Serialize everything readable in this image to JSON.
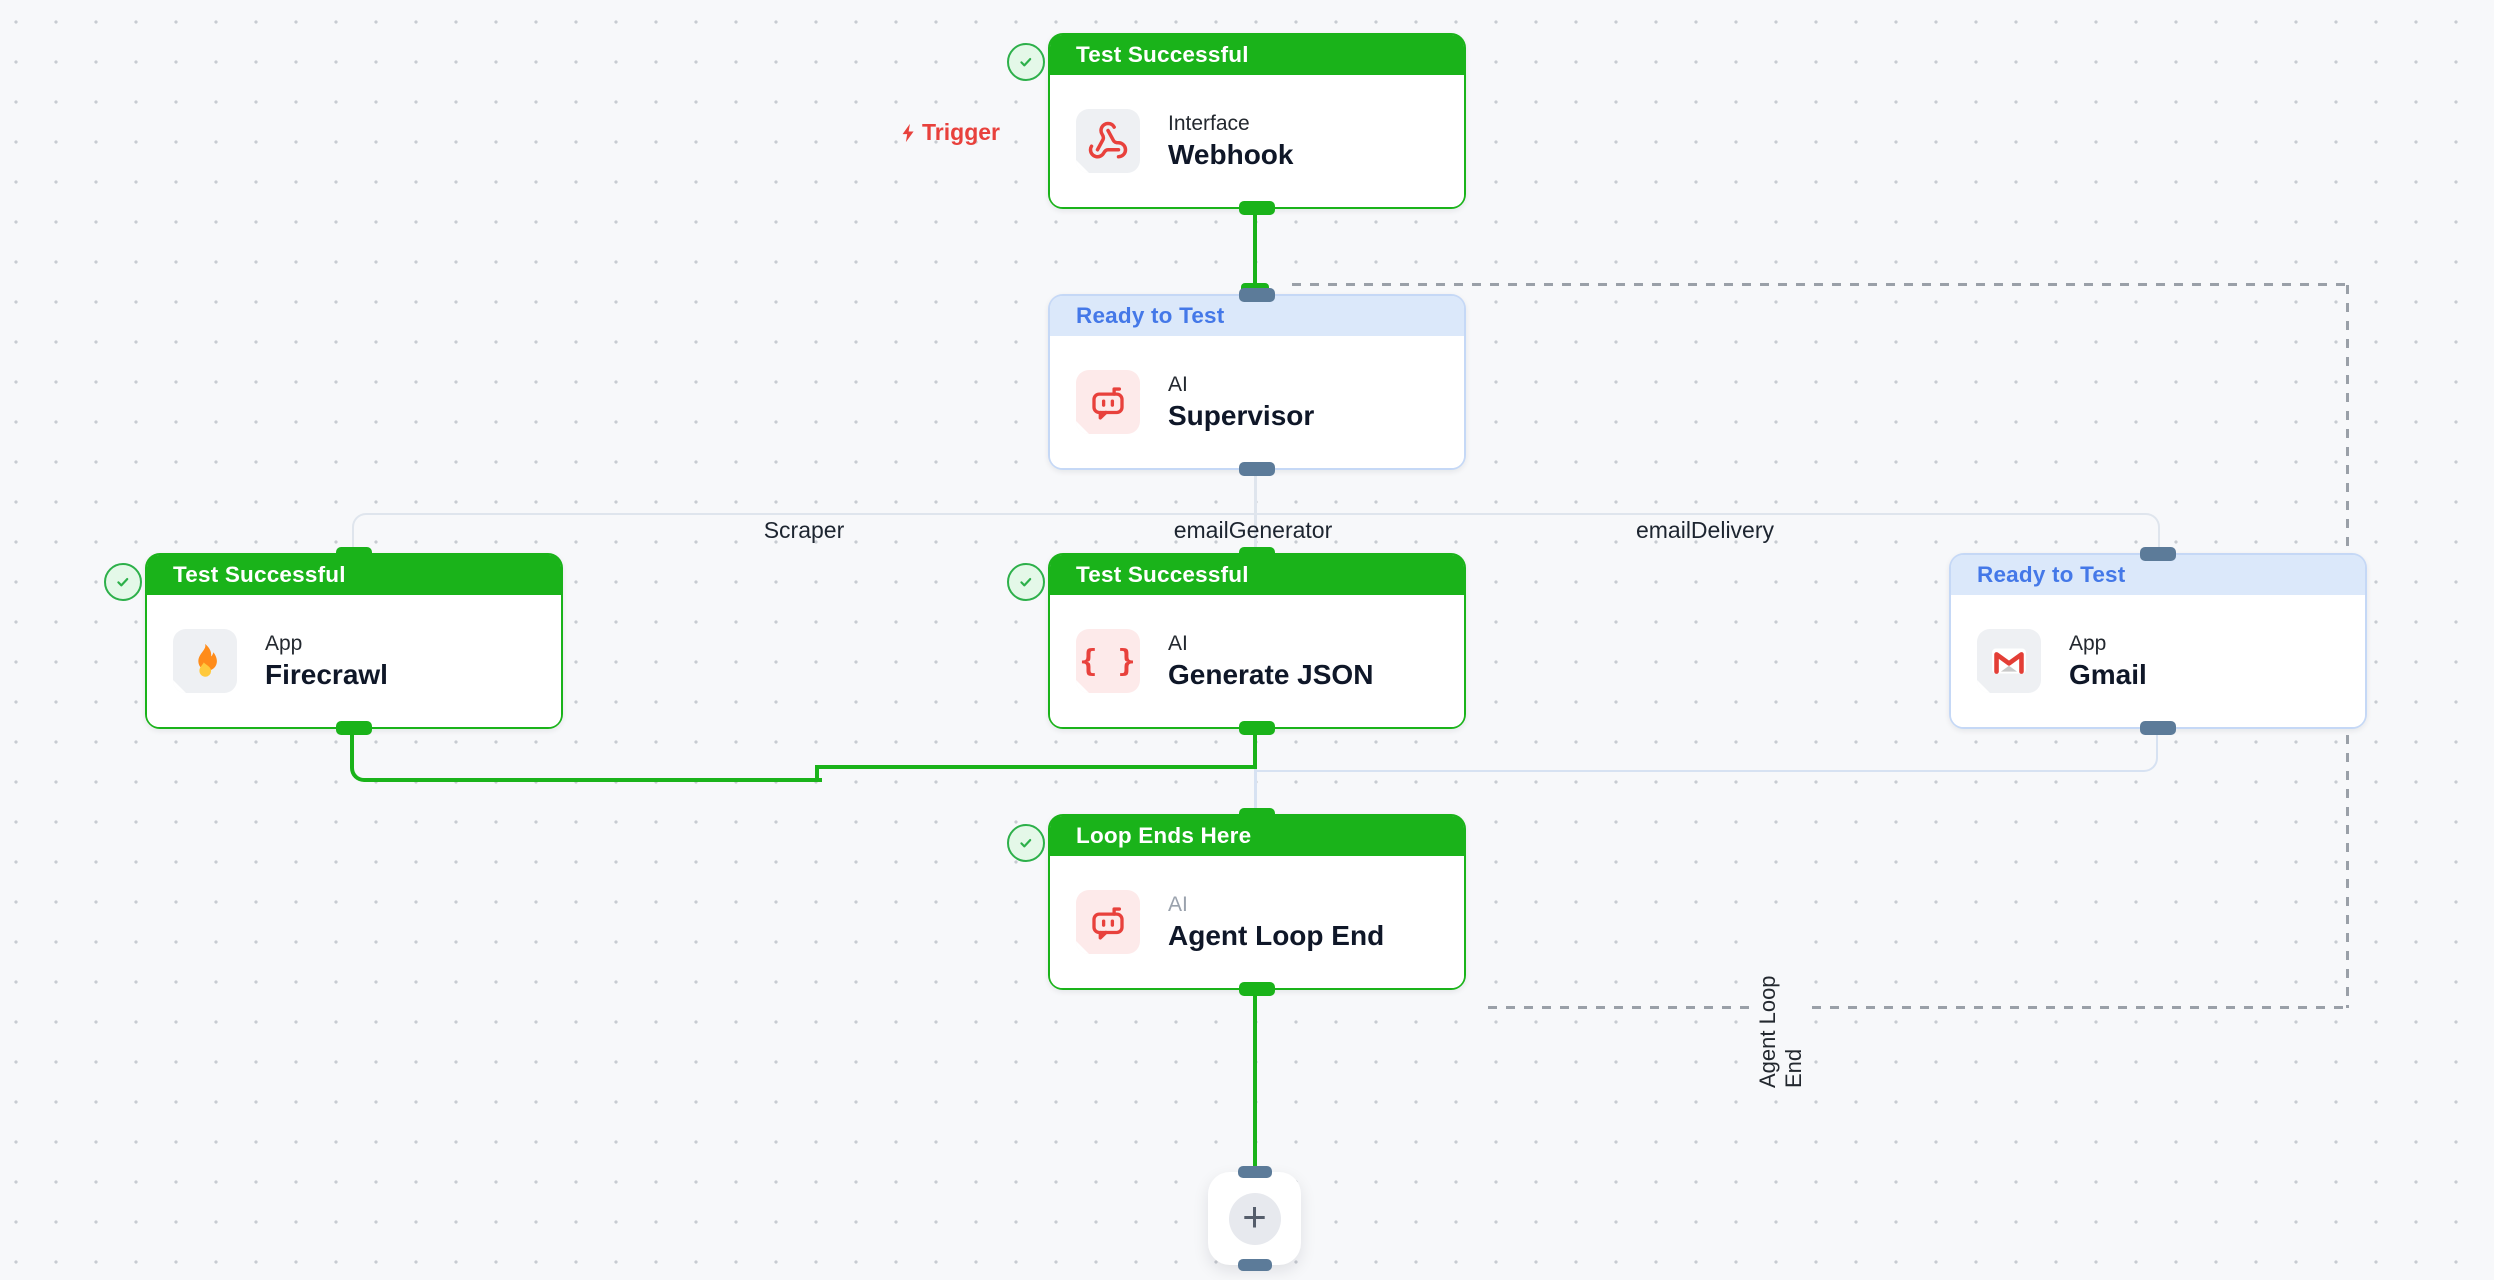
{
  "trigger": {
    "label": "Trigger"
  },
  "branches": {
    "scraper": "Scraper",
    "email_generator": "emailGenerator",
    "email_delivery": "emailDelivery"
  },
  "loop": {
    "label": "Agent Loop End"
  },
  "nodes": [
    {
      "id": "webhook",
      "status": "Test Successful",
      "type_label": "Interface",
      "name": "Webhook"
    },
    {
      "id": "supervisor",
      "status": "Ready to Test",
      "type_label": "AI",
      "name": "Supervisor"
    },
    {
      "id": "firecrawl",
      "status": "Test Successful",
      "type_label": "App",
      "name": "Firecrawl"
    },
    {
      "id": "generate-json",
      "status": "Test Successful",
      "type_label": "AI",
      "name": "Generate JSON"
    },
    {
      "id": "gmail",
      "status": "Ready to Test",
      "type_label": "App",
      "name": "Gmail"
    },
    {
      "id": "agent-loop-end",
      "status": "Loop Ends Here",
      "type_label": "AI",
      "name": "Agent Loop End"
    }
  ],
  "add_button": {
    "plus_glyph": "+"
  },
  "icons": {
    "webhook": "webhook-icon",
    "supervisor": "bot-icon",
    "firecrawl": "flame-icon",
    "generate_json": "braces-icon",
    "braces_glyph": "{ }",
    "gmail": "gmail-icon",
    "agent_loop_end": "bot-icon",
    "status_check": "check-circle-icon",
    "trigger": "lightning-bolt-icon",
    "add": "plus-icon"
  },
  "colors": {
    "success_green": "#1ab31a",
    "ready_blue_bg": "#dbe8fa",
    "ready_blue_text": "#4478e8",
    "port_slate": "#5c7b99",
    "alert_red": "#e8413c",
    "line_gray": "#dfe5ed",
    "dash_gray": "#9aa0a8",
    "canvas_bg": "#f7f8fa"
  }
}
